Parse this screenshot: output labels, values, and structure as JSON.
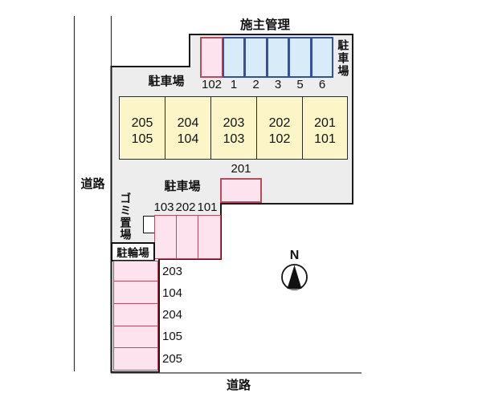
{
  "diagram": {
    "type": "parking-site-plan",
    "compass_label": "N",
    "managed_label": "施主管理",
    "roads": {
      "left": "道路",
      "bottom": "道路"
    },
    "areas": {
      "top_parking_label": "駐車場",
      "right_parking_label": "駐車場",
      "mid_parking_label": "駐車場",
      "bicycle_parking_label": "駐輪場",
      "garbage_area_label": "ゴミ置場"
    },
    "top_row_stalls": [
      {
        "id": "102",
        "type": "pink"
      },
      {
        "id": "1",
        "type": "blue"
      },
      {
        "id": "2",
        "type": "blue"
      },
      {
        "id": "3",
        "type": "blue"
      },
      {
        "id": "5",
        "type": "blue"
      },
      {
        "id": "6",
        "type": "blue"
      }
    ],
    "yellow_row_stalls": [
      {
        "upper": "205",
        "lower": "105"
      },
      {
        "upper": "204",
        "lower": "104"
      },
      {
        "upper": "203",
        "lower": "103"
      },
      {
        "upper": "202",
        "lower": "102"
      },
      {
        "upper": "201",
        "lower": "101"
      }
    ],
    "mid_stall": {
      "id": "201"
    },
    "lower_row_stalls": [
      {
        "id": "103"
      },
      {
        "id": "202"
      },
      {
        "id": "101"
      }
    ],
    "left_column_stalls": [
      {
        "id": "203"
      },
      {
        "id": "104"
      },
      {
        "id": "204"
      },
      {
        "id": "105"
      },
      {
        "id": "205"
      }
    ]
  },
  "colors": {
    "site_fill": "#ededed",
    "pink_fill": "#fce3ed",
    "pink_border": "#b94a60",
    "blue_fill": "#d7ecf8",
    "blue_border": "#3650a0",
    "yellow_fill": "#fbf5c8",
    "yellow_border": "#2b2b2b",
    "outline": "#1a1a1a"
  }
}
